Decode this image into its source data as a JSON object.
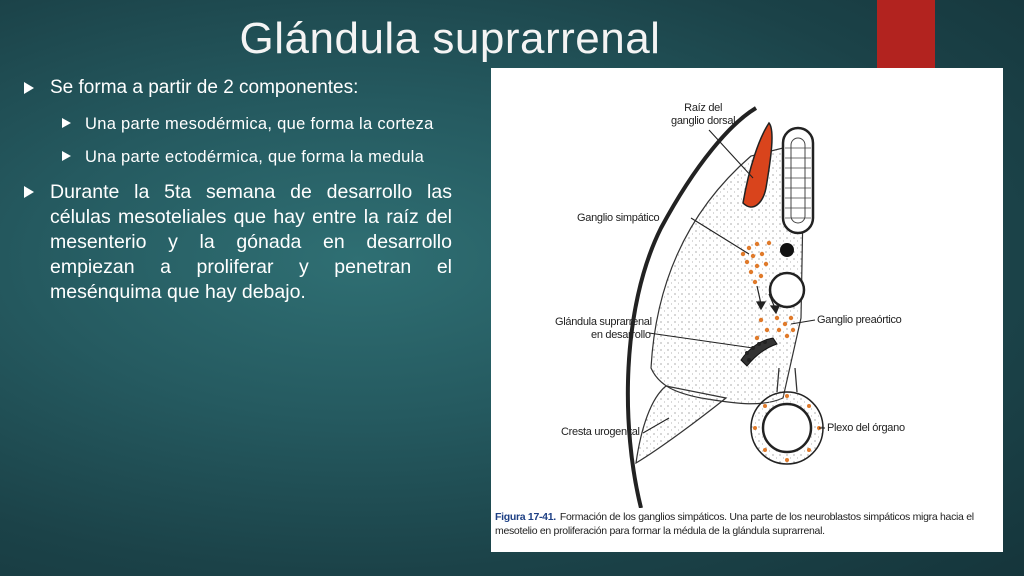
{
  "slide": {
    "title": "Glándula suprarrenal",
    "accent_color": "#b2231f",
    "bullets": [
      {
        "text": "Se forma a partir de 2 componentes:",
        "sub": [
          "Una parte mesodérmica, que forma la corteza",
          "Una parte ectodérmica, que forma la medula"
        ]
      },
      {
        "text": "Durante la 5ta semana de desarrollo las células mesoteliales que hay entre la raíz del mesenterio y la gónada en desarrollo empiezan a proliferar y penetran el mesénquima  que hay debajo."
      }
    ]
  },
  "figure": {
    "labels": {
      "raiz_line1": "Raíz del",
      "raiz_line2": "ganglio dorsal",
      "ganglio_simpatico": "Ganglio simpático",
      "glandula_line1": "Glándula suprarrenal",
      "glandula_line2": "en desarrollo",
      "ganglio_preaortico": "Ganglio preaórtico",
      "cresta": "Cresta urogenital",
      "plexo": "Plexo del órgano"
    },
    "caption_number": "Figura 17-41.",
    "caption_text": "Formación de los ganglios simpáticos. Una parte de los neuroblastos simpáticos migra hacia el mesotelio en proliferación para formar la médula de la glándula suprarrenal."
  }
}
